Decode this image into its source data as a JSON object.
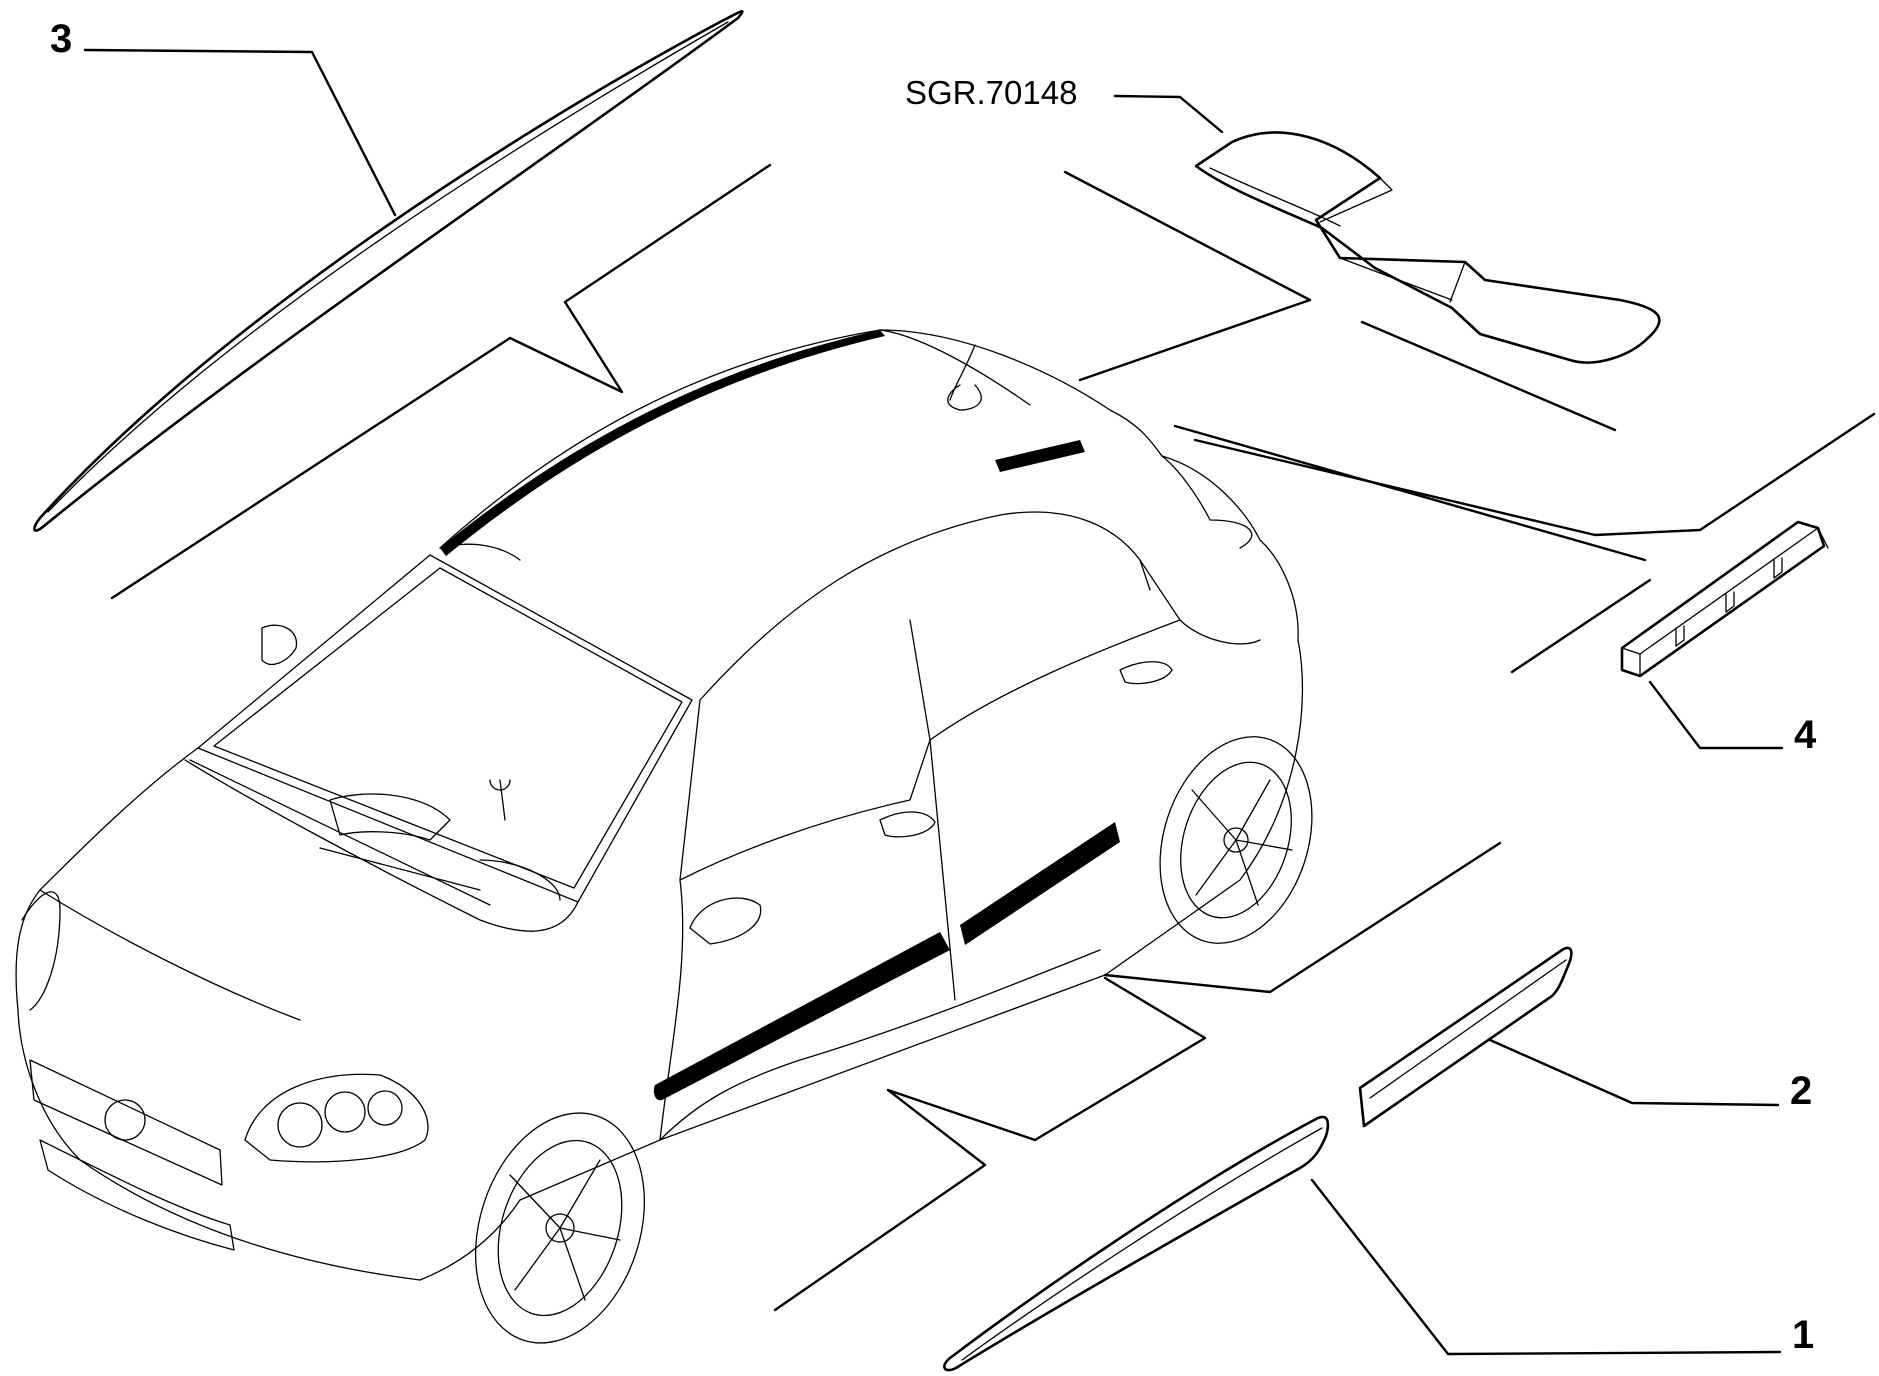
{
  "diagram": {
    "callouts": {
      "c1": "1",
      "c2": "2",
      "c3": "3",
      "c4": "4",
      "ref_code": "SGR.70148"
    }
  }
}
